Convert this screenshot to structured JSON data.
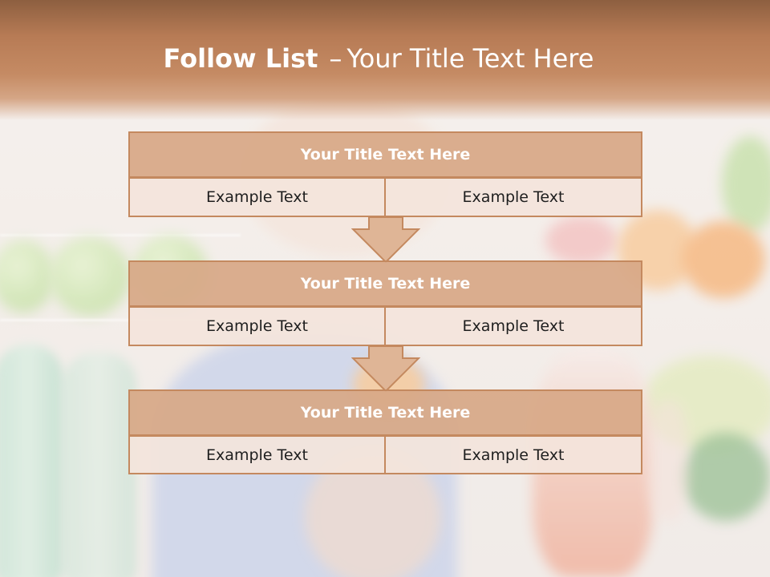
{
  "slide": {
    "title_main": "Follow List",
    "title_dash": "–",
    "title_rest": "Your Title Text Here"
  },
  "blocks": [
    {
      "title": "Your Title Text Here",
      "left": "Example Text",
      "right": "Example Text"
    },
    {
      "title": "Your Title Text Here",
      "left": "Example Text",
      "right": "Example Text"
    },
    {
      "title": "Your Title Text Here",
      "left": "Example Text",
      "right": "Example Text"
    }
  ],
  "colors": {
    "header_dark": "#8d5f40",
    "header_mid": "#c58b64",
    "block_title_fill": "#d7a886",
    "block_cell_fill": "#f3e4dc",
    "block_border": "#c4895f",
    "arrow_fill": "#dfb596"
  }
}
